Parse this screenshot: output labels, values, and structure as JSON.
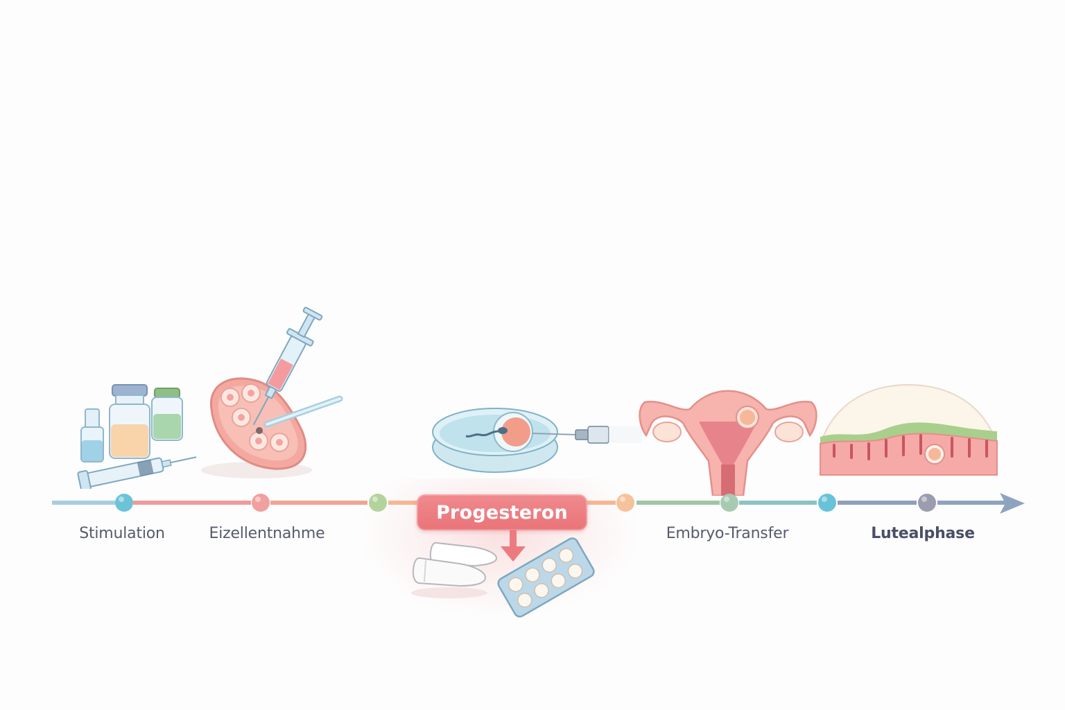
{
  "diagram": {
    "type": "process-timeline",
    "topic": "IVF cycle with progesterone support",
    "stages": [
      {
        "label": "Stimulation",
        "node_color": "#6cc3d8",
        "illustration": "medication-vials-and-syringe"
      },
      {
        "label": "Eizellentnahme",
        "node_color": "#f0a09e",
        "illustration": "ovary-egg-retrieval-needle"
      },
      {
        "label": "",
        "node_color": "#b3d39c",
        "illustration": "petri-dish-fertilization"
      },
      {
        "label": "",
        "node_color": "#f6c29a",
        "illustration": "transfer-catheter"
      },
      {
        "label": "Embryo-Transfer",
        "node_color": "#a7cbb1",
        "illustration": "uterus-with-embryo"
      },
      {
        "label": "",
        "node_color": "#68c2d8",
        "illustration": "endometrium-cross-section"
      },
      {
        "label": "Lutealphase",
        "node_color": "#9c9cb0",
        "illustration": "",
        "emphasis": true
      }
    ],
    "callout": {
      "label": "Progesteron",
      "color": "#ec7b80",
      "illustrations": [
        "vaginal-suppositories",
        "tablet-blister-pack"
      ]
    },
    "arrow_color": "#8ea3c0",
    "line_segments": [
      {
        "color": "#a9cce0"
      },
      {
        "color": "#ef9a9c"
      },
      {
        "color": "#f0a497"
      },
      {
        "color": "#f4b792"
      },
      {
        "color": "#9dc6a8"
      },
      {
        "color": "#8cc2c4"
      },
      {
        "color": "#8f9fbd"
      },
      {
        "color": "#8ea3c0"
      }
    ]
  }
}
